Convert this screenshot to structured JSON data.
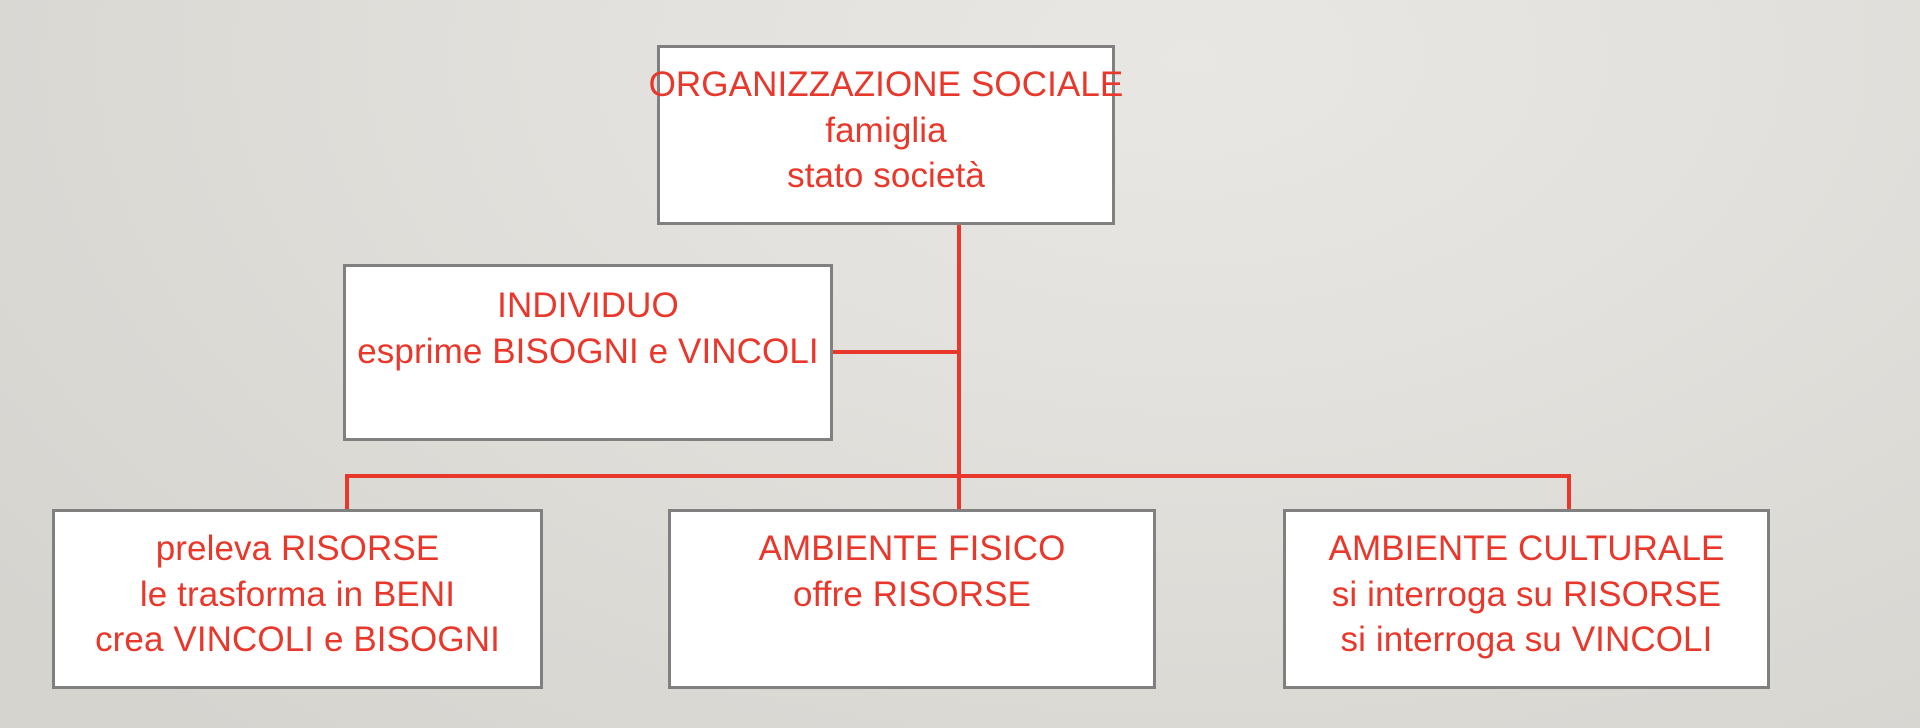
{
  "slide": {
    "background_color": "#e1dfda",
    "accent_color": "#e8372b",
    "border_color": "#808080",
    "box_fill": "#ffffff"
  },
  "diagram": {
    "title": "ORGANIZZAZIONE SOCIALE",
    "type": "hierarchy",
    "nodes": [
      {
        "id": "organizzazione-sociale",
        "lines": [
          "ORGANIZZAZIONE SOCIALE",
          "famiglia",
          "stato società"
        ]
      },
      {
        "id": "individuo",
        "lines": [
          "INDIVIDUO",
          "esprime BISOGNI e VINCOLI"
        ]
      },
      {
        "id": "preleva-risorse",
        "lines": [
          "preleva RISORSE",
          "le trasforma in BENI",
          "crea VINCOLI e BISOGNI"
        ]
      },
      {
        "id": "ambiente-fisico",
        "lines": [
          "AMBIENTE FISICO",
          "offre RISORSE"
        ]
      },
      {
        "id": "ambiente-culturale",
        "lines": [
          "AMBIENTE CULTURALE",
          "si interroga su RISORSE",
          "si interroga su VINCOLI"
        ]
      }
    ],
    "connectors": [
      {
        "id": "trunk",
        "from": "organizzazione-sociale",
        "to": "ambiente-fisico"
      },
      {
        "id": "individuo",
        "from": "individuo",
        "to": "trunk"
      },
      {
        "id": "branch",
        "from": "trunk",
        "to": "preleva-risorse"
      },
      {
        "id": "branch",
        "from": "trunk",
        "to": "ambiente-culturale"
      }
    ]
  }
}
